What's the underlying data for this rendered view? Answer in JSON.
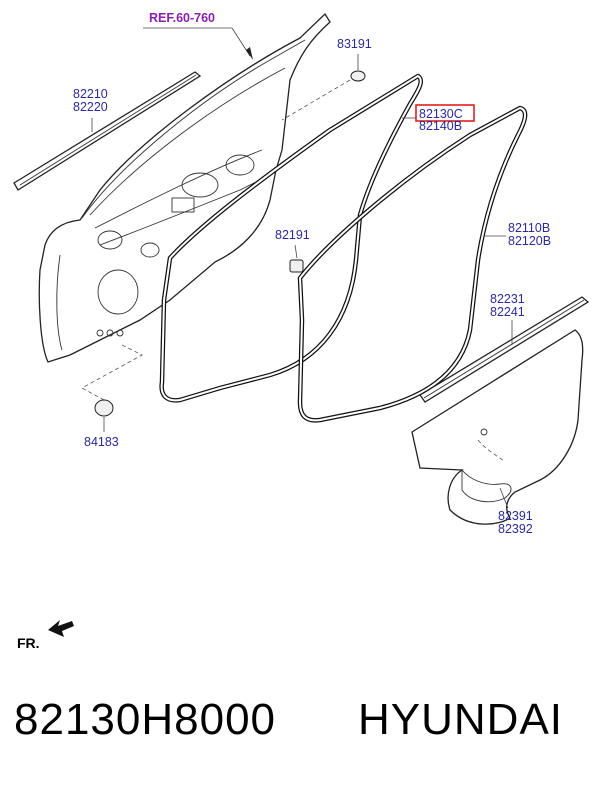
{
  "diagram": {
    "ref_label": "REF.60-760",
    "fr_label": "FR.",
    "labels": {
      "p83191": "83191",
      "p82210": "82210",
      "p82220": "82220",
      "p82130c": "82130C",
      "p82140b": "82140B",
      "p82191": "82191",
      "p82110b": "82110B",
      "p82120b": "82120B",
      "p82231": "82231",
      "p82241": "82241",
      "p84183": "84183",
      "p82391": "82391",
      "p82392": "82392"
    },
    "highlight_color": "#e0201e",
    "label_color": "#2a2a9a",
    "ref_color": "#8a1fb0"
  },
  "footer": {
    "part_number": "82130H8000",
    "brand": "HYUNDAI"
  }
}
